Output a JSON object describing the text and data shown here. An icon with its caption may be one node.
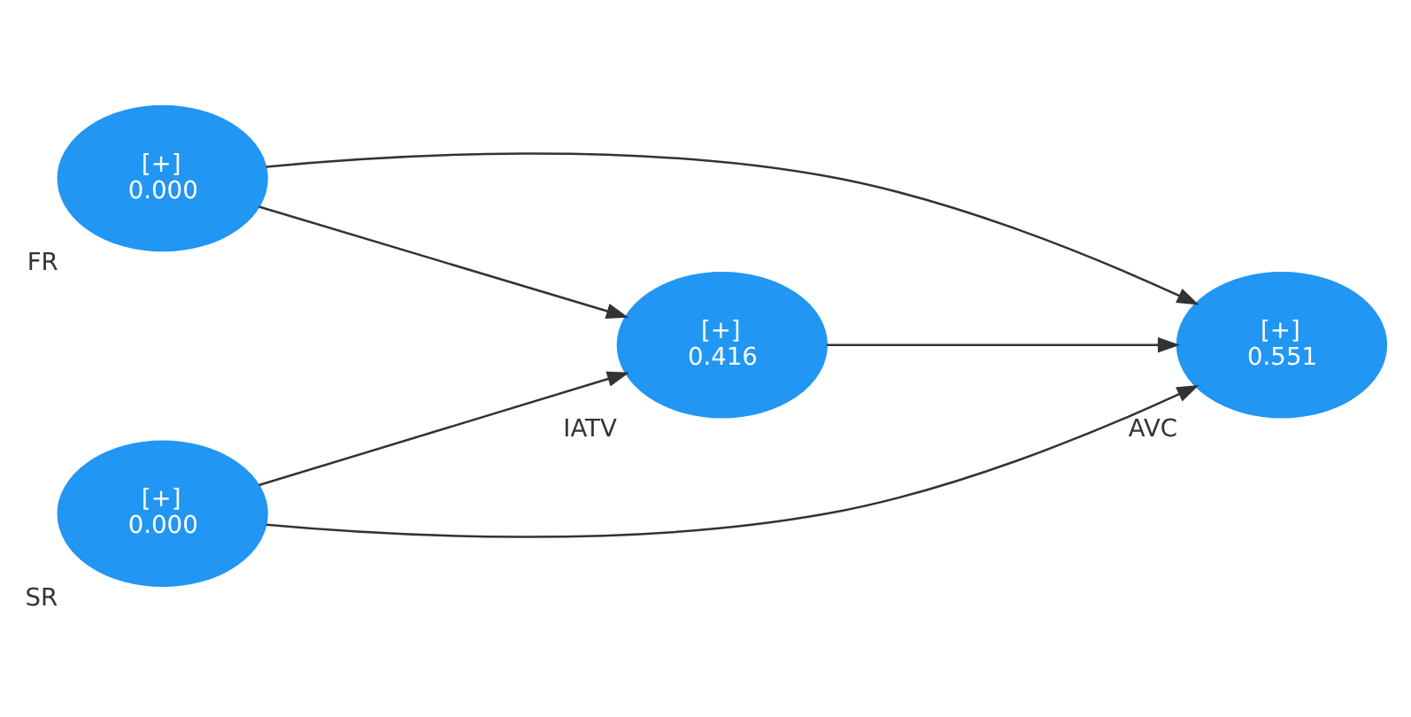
{
  "diagram": {
    "nodes": [
      {
        "text": [
          "[+]",
          "0.000"
        ],
        "beside": [
          "FR"
        ]
      },
      {
        "text": [
          "[+]",
          "0.416"
        ],
        "beside": [
          "IATV"
        ]
      },
      {
        "text": [
          "[+]",
          "0.551"
        ],
        "beside": [
          "AVC"
        ]
      },
      {
        "text": [
          "[+]",
          "0.000"
        ],
        "beside": [
          "SR"
        ]
      }
    ],
    "edges": [
      {
        "from": 0,
        "to": 1,
        "arrow": "to"
      },
      {
        "from": 0,
        "to": 2,
        "arrow": "to"
      },
      {
        "from": 1,
        "to": 2,
        "arrow": "to"
      },
      {
        "from": 3,
        "to": 1,
        "arrow": "to"
      },
      {
        "from": 3,
        "to": 2,
        "arrow": "to"
      }
    ]
  }
}
